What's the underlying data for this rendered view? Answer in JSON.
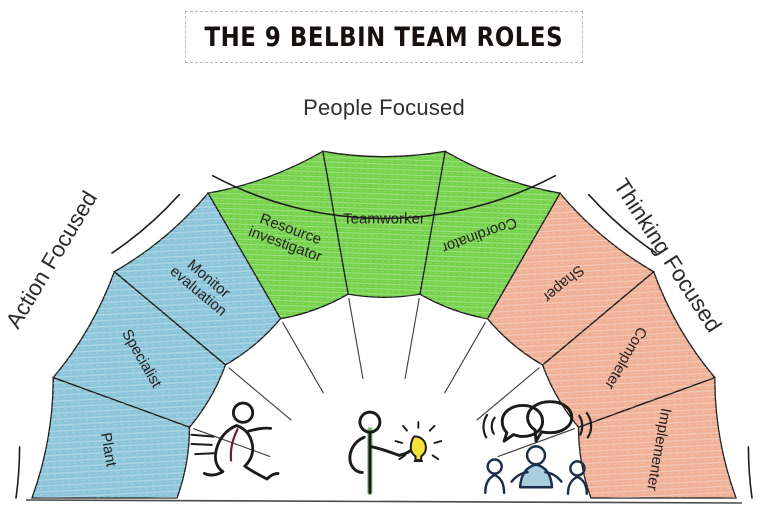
{
  "title": "THE 9 BELBIN TEAM ROLES",
  "category_labels": {
    "top": "People Focused",
    "left": "Action Focused",
    "right": "Thinking Focused"
  },
  "colors": {
    "action": "#efb096",
    "people": "#74d24a",
    "thinking": "#8bc5da",
    "outline": "#1d1d1b",
    "title_text": "#16100f"
  },
  "roles": [
    {
      "name": "Implementer",
      "line1": "Implementer",
      "line2": "",
      "group": "Action Focused",
      "color": "#efb096",
      "index": 1
    },
    {
      "name": "Completer",
      "line1": "Completer",
      "line2": "",
      "group": "Action Focused",
      "color": "#efb096",
      "index": 2
    },
    {
      "name": "Shaper",
      "line1": "Shaper",
      "line2": "",
      "group": "Action Focused",
      "color": "#efb096",
      "index": 3
    },
    {
      "name": "Coordinator",
      "line1": "Coordinator",
      "line2": "",
      "group": "People Focused",
      "color": "#74d24a",
      "index": 4
    },
    {
      "name": "Teamworker",
      "line1": "Teamworker",
      "line2": "",
      "group": "People Focused",
      "color": "#74d24a",
      "index": 5
    },
    {
      "name": "Resource investigator",
      "line1": "Resource",
      "line2": "investigator",
      "group": "People Focused",
      "color": "#74d24a",
      "index": 6
    },
    {
      "name": "Monitor evaluation",
      "line1": "Monitor",
      "line2": "evaluation",
      "group": "Thinking Focused",
      "color": "#8bc5da",
      "index": 7
    },
    {
      "name": "Specialist",
      "line1": "Specialist",
      "line2": "",
      "group": "Thinking Focused",
      "color": "#8bc5da",
      "index": 8
    },
    {
      "name": "Plant",
      "line1": "Plant",
      "line2": "",
      "group": "Thinking Focused",
      "color": "#8bc5da",
      "index": 9
    }
  ],
  "illustrations": [
    {
      "name": "running-person-icon",
      "meaning": "Action Focused"
    },
    {
      "name": "lightbulb-person-icon",
      "meaning": "Thinking / idea"
    },
    {
      "name": "people-talking-icon",
      "meaning": "People Focused"
    }
  ]
}
